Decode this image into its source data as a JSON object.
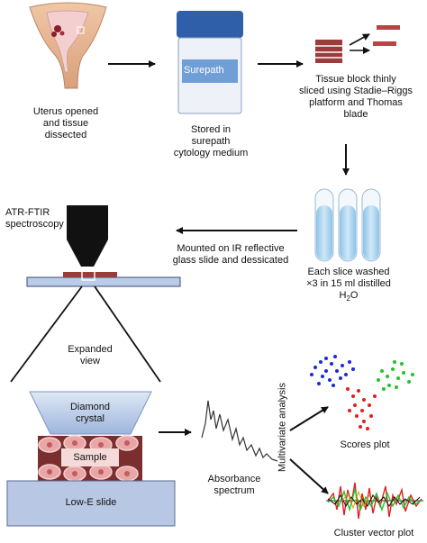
{
  "steps": {
    "uterus": "Uterus opened\nand tissue\ndissected",
    "stored": "Stored in\nsurepath\ncytology medium",
    "jar_label": "Surepath",
    "sliced": "Tissue block thinly\nsliced using Stadie–Riggs\nplatform and Thomas\nblade",
    "washed": "Each slice washed\n×3 in 15 ml distilled",
    "water": "H",
    "water_sub": "2",
    "water_end": "O",
    "mounted": "Mounted on IR reflective\nglass slide and dessicated",
    "atr": "ATR-FTIR\nspectroscopy",
    "expanded": "Expanded\nview",
    "diamond": "Diamond\ncrystal",
    "sample": "Sample",
    "lowe": "Low-E slide",
    "absorbance": "Absorbance\nspectrum",
    "multivariate": "Multivariate analysis",
    "scores": "Scores plot",
    "cluster": "Cluster vector plot"
  },
  "colors": {
    "tissue": "#9b3b3b",
    "tube_liquid": "#a9d3ee",
    "jar_body": "#6f9fd6",
    "jar_lid": "#2f5fa8",
    "slide": "#b9cde8",
    "diamond": "#c2d3ec",
    "blue_cluster": "#1a2bd6",
    "green_cluster": "#22c32b",
    "red_cluster": "#e01f1f"
  }
}
